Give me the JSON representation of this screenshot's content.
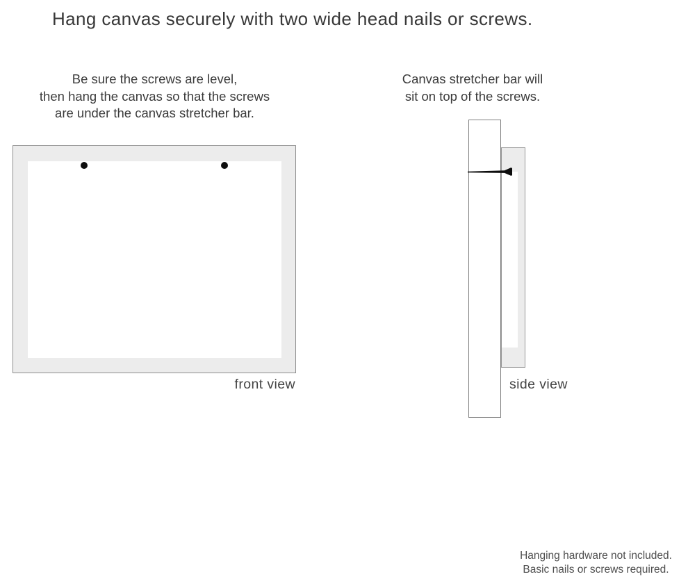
{
  "page": {
    "title": "Hang canvas securely with two wide head nails or screws.",
    "background_color": "#ffffff",
    "text_color": "#3b3b3b"
  },
  "instructions": {
    "front": {
      "lines": [
        "Be sure the screws are level,",
        "then hang the canvas so that the screws",
        "are under the canvas stretcher bar."
      ]
    },
    "side": {
      "lines": [
        "Canvas stretcher bar will",
        "sit on top of the screws."
      ]
    }
  },
  "front_view": {
    "label": "front view",
    "canvas_frame_fill": "#ececec",
    "canvas_frame_border": "#8c8c8c",
    "canvas_inner_fill": "#ffffff",
    "screw_color": "#0e0e0e",
    "screw_count": 2
  },
  "side_view": {
    "label": "side view",
    "wall_fill": "#ffffff",
    "wall_border": "#7d7d7d",
    "canvas_fill": "#ececec",
    "canvas_border": "#979797",
    "nail_color": "#0d0d0d"
  },
  "footnote": {
    "lines": [
      "Hanging hardware not included.",
      "Basic nails or screws required."
    ]
  }
}
